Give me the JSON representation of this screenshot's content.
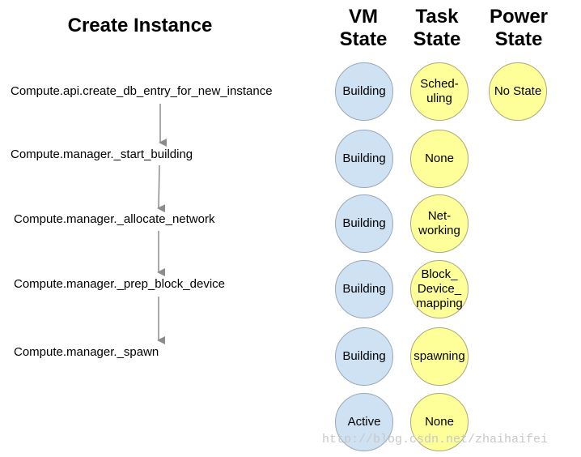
{
  "title": "Create Instance",
  "headers": {
    "vm_state": "VM\nState",
    "task_state": "Task\nState",
    "power_state": "Power\nState"
  },
  "steps": [
    "Compute.api.create_db_entry_for_new_instance",
    "Compute.manager._start_building",
    "Compute.manager._allocate_network",
    "Compute.manager._prep_block_device",
    "Compute.manager._spawn"
  ],
  "vm_states": [
    "Building",
    "Building",
    "Building",
    "Building",
    "Building",
    "Active"
  ],
  "task_states": [
    "Sched-\nuling",
    "None",
    "Net-\nworking",
    "Block_\nDevice_\nmapping",
    "spawning",
    "None"
  ],
  "power_states": [
    "No State"
  ],
  "watermark": "http://blog.csdn.net/zhaihaifei",
  "colors": {
    "vm_circle": "#cfe2f3",
    "task_circle": "#ffff99",
    "arrow": "#8c8c8c"
  }
}
